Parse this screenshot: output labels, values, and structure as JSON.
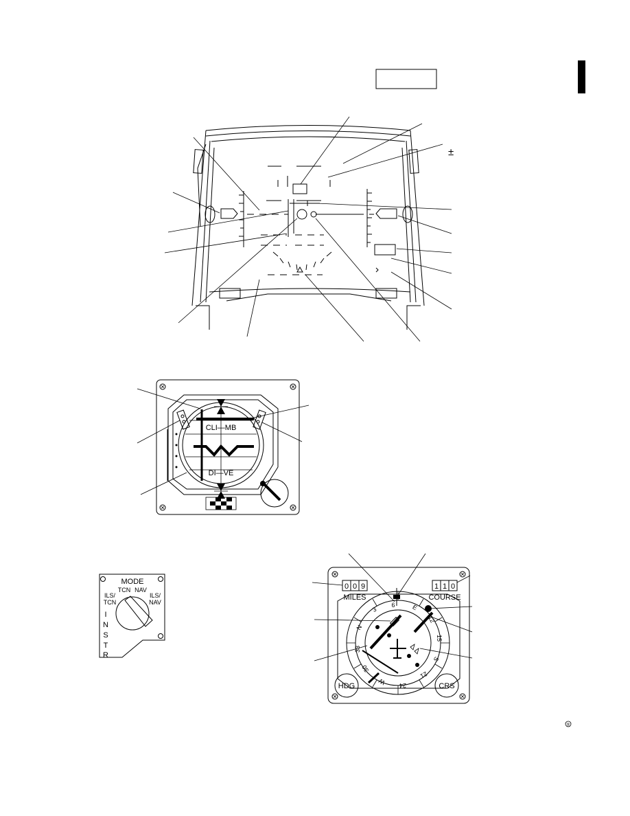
{
  "hud": {
    "plus_minus": "±"
  },
  "adi": {
    "climb_label": "CLI—MB",
    "dive_label": "DI—VE"
  },
  "mode_selector": {
    "title": "MODE",
    "tcn_label": "TCN",
    "nav_label": "NAV",
    "ils_tcn_line1": "ILS/",
    "ils_tcn_line2": "TCN",
    "ils_nav_line1": "ILS/",
    "ils_nav_line2": "NAV",
    "instr_letters": [
      "I",
      "N",
      "S",
      "T",
      "R"
    ]
  },
  "hsi": {
    "miles_digits": [
      "0",
      "0",
      "9"
    ],
    "miles_label": "MILES",
    "course_digits": [
      "1",
      "1",
      "0"
    ],
    "course_label": "COURSE",
    "hdg_knob_label": "HDG",
    "crs_knob_label": "CRS",
    "compass_cardinals": {
      "north": "N",
      "east": "E",
      "south": "S",
      "west": "W"
    },
    "compass_numbers": [
      "3",
      "6",
      "12",
      "15",
      "21",
      "24",
      "30",
      "33"
    ]
  },
  "footer": {
    "registered_mark": "®"
  }
}
